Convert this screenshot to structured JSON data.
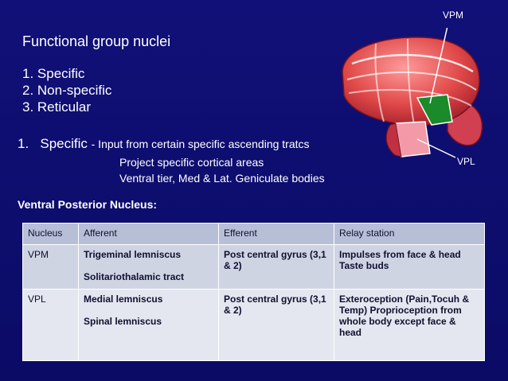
{
  "heading": "Functional group nuclei",
  "group_list": [
    "1. Specific",
    "2. Non-specific",
    "3. Reticular"
  ],
  "specific": {
    "number": "1.",
    "label": "Specific",
    "desc": "- Input from certain specific ascending tratcs",
    "detail_1": "Project specific cortical areas",
    "detail_2": "Ventral tier, Med & Lat. Geniculate bodies"
  },
  "labels": {
    "vpm": "VPM",
    "vpl": "VPL"
  },
  "section_title": "Ventral Posterior Nucleus:",
  "table": {
    "headers": [
      "Nucleus",
      "Afferent",
      "Efferent",
      "Relay station"
    ],
    "rows": [
      {
        "nucleus": "VPM",
        "afferent_1": "Trigeminal lemniscus",
        "afferent_2": "Solitariothalamic tract",
        "efferent": "Post central gyrus (3,1 & 2)",
        "relay": "Impulses from face & head Taste buds"
      },
      {
        "nucleus": "VPL",
        "afferent_1": "Medial lemniscus",
        "afferent_2": "Spinal lemniscus",
        "efferent": "Post central gyrus (3,1 & 2)",
        "relay": "Exteroception (Pain,Tocuh & Temp) Proprioception from whole body except face & head"
      }
    ]
  },
  "colors": {
    "background": "#0d0d6e",
    "thalamus_red": "#e85a5a",
    "vpm_green": "#1a8a2a",
    "vpl_pink": "#f39aa8"
  }
}
